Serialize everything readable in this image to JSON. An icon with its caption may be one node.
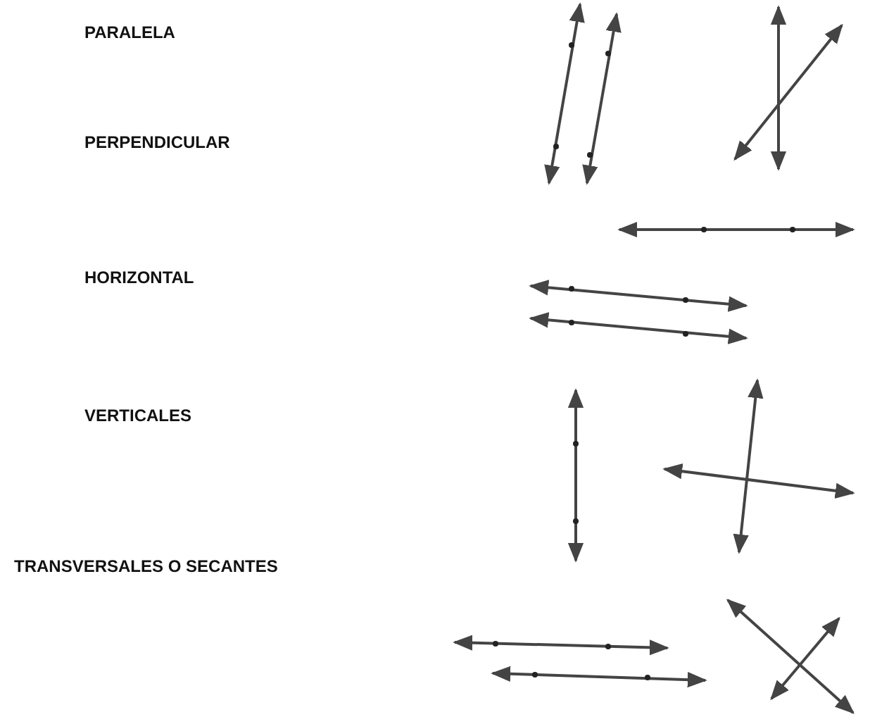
{
  "diagram": {
    "labels": [
      "PARALELA",
      "PERPENDICULAR",
      "HORIZONTAL",
      "VERTICALES",
      "TRANSVERSALES O SECANTES"
    ]
  }
}
